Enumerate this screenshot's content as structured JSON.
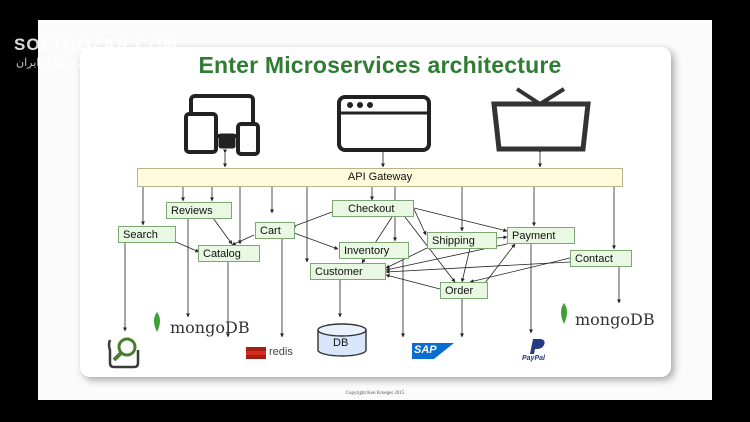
{
  "title": "Enter Microservices architecture",
  "watermark": {
    "site": "SOFTGOZAR.COM",
    "tagline": "دانلود آزاد نرم افزار ایران"
  },
  "gateway": "API Gateway",
  "services": {
    "search": "Search",
    "reviews": "Reviews",
    "catalog": "Catalog",
    "cart": "Cart",
    "checkout": "Checkout",
    "inventory": "Inventory",
    "customer": "Customer",
    "shipping": "Shipping",
    "payment": "Payment",
    "order": "Order",
    "contact": "Contact"
  },
  "storage": {
    "mongo_left": "mongoDB",
    "redis": "redis",
    "db": "DB",
    "sap": "SAP",
    "paypal": "PayPal",
    "mongo_right": "mongoDB"
  },
  "clients": [
    "mobile-devices-icon",
    "browser-window-icon",
    "tv-icon"
  ],
  "colors": {
    "title": "#2e7d32",
    "gateway": "#fffbdc",
    "service": "#e9f8e2",
    "mongo_leaf": "#3fa037",
    "redis": "#d82c20",
    "sap": "#0a6ed1",
    "paypal": "#253b80"
  },
  "copyright": "Copyright Ken Krueger 2015"
}
